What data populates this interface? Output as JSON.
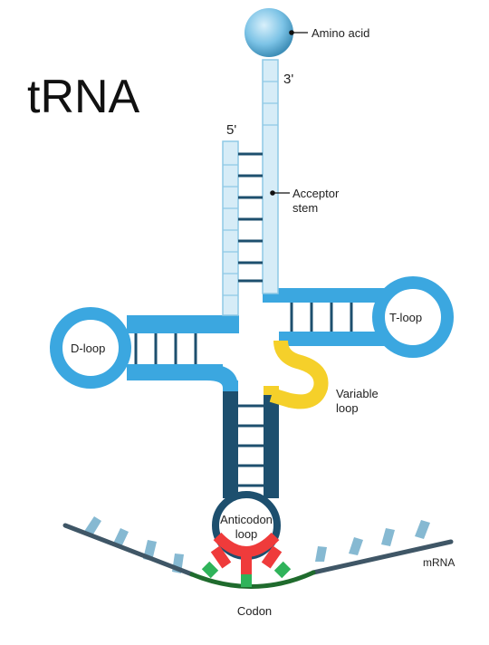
{
  "title": "tRNA",
  "labels": {
    "amino_acid": "Amino acid",
    "three_prime": "3'",
    "five_prime": "5'",
    "acceptor_stem_line1": "Acceptor",
    "acceptor_stem_line2": "stem",
    "t_loop": "T-loop",
    "d_loop": "D-loop",
    "variable_loop_line1": "Variable",
    "variable_loop_line2": "loop",
    "anticodon_line1": "Anticodon",
    "anticodon_line2": "loop",
    "codon": "Codon",
    "mrna": "mRNA"
  },
  "colors": {
    "acceptor_light": "#d6ecf7",
    "acceptor_edge": "#8ec9e6",
    "loop_blue": "#3ba7e0",
    "stem_dark": "#1d4f6e",
    "variable_yellow": "#f5d02a",
    "anticodon_red": "#ef3b3b",
    "codon_green": "#2fb35a",
    "codon_dark_green": "#1f6b2d",
    "mrna_backbone": "#3f5666",
    "mrna_base": "#86b9d2",
    "amino_acid": "#7cc3e6"
  }
}
